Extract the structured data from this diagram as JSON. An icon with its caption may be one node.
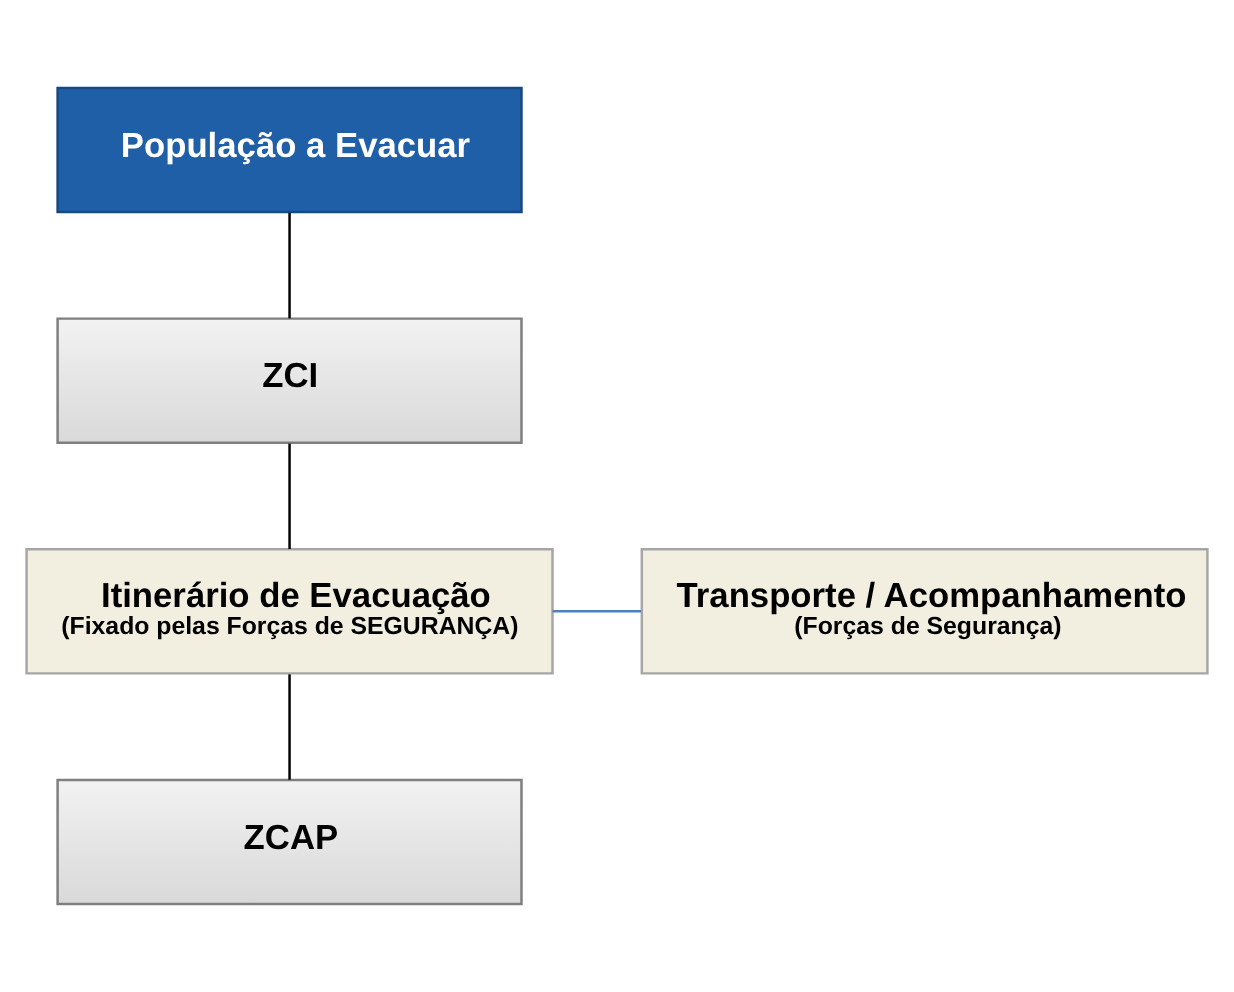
{
  "diagram": {
    "nodes": [
      {
        "text": [
          "População a Evacuar"
        ]
      },
      {
        "text": [
          "ZCI"
        ]
      },
      {
        "text": [
          "Itinerário de Evacuação",
          "(Fixado pelas Forças de SEGURANÇA)"
        ]
      },
      {
        "text": [
          "Transporte / Acompanhamento",
          "(Forças de Segurança)"
        ]
      },
      {
        "text": [
          "ZCAP"
        ]
      }
    ],
    "edges": [
      {
        "from": 0,
        "to": 1,
        "arrow": "none"
      },
      {
        "from": 1,
        "to": 2,
        "arrow": "none"
      },
      {
        "from": 2,
        "to": 3,
        "arrow": "none",
        "color": "#4f81bd"
      },
      {
        "from": 2,
        "to": 4,
        "arrow": "none"
      }
    ]
  }
}
